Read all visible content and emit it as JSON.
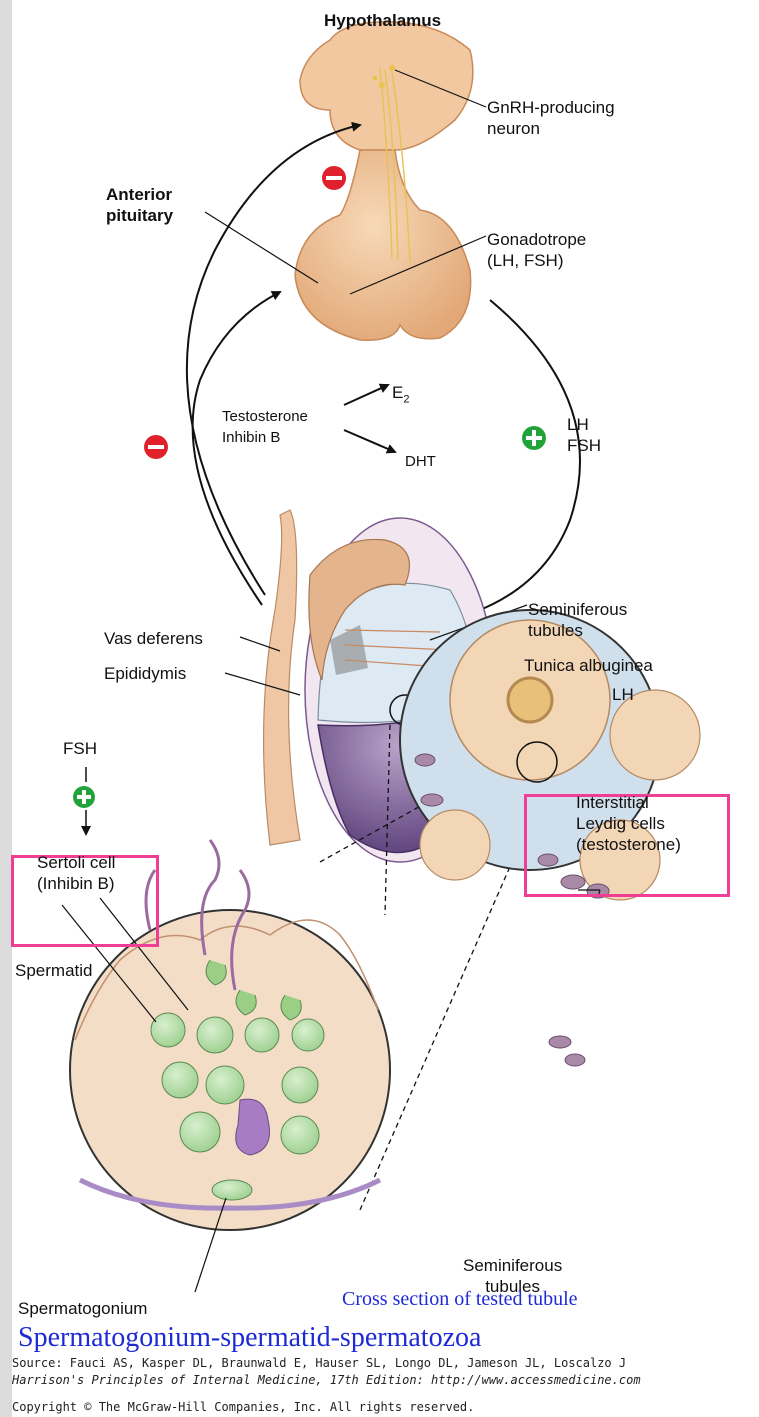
{
  "labels": {
    "hypothalamus": "Hypothalamus",
    "gnrh_neuron": "GnRH-producing\nneuron",
    "anterior_pituitary": "Anterior\npituitary",
    "gonadotrope": "Gonadotrope\n(LH, FSH)",
    "testosterone_inhibin": "Testosterone\nInhibin B",
    "e2_base": "E",
    "e2_sub": "2",
    "dht": "DHT",
    "lh_fsh_right": "LH\nFSH",
    "seminiferous_tubules_top": "Seminiferous\ntubules",
    "vas_deferens": "Vas deferens",
    "epididymis": "Epididymis",
    "tunica_albuginea": "Tunica albuginea",
    "lh_leydig": "LH",
    "interstitial_leydig": "Interstitial\nLeydig cells\n(testosterone)",
    "fsh_sertoli": "FSH",
    "sertoli_cell": "Sertoli cell\n(Inhibin B)",
    "spermatid": "Spermatid",
    "seminiferous_tubules_bottom": "Seminiferous\ntubules",
    "spermatogonium": "Spermatogonium"
  },
  "captions": {
    "cross_section": "Cross section of tested tubule",
    "main": "Spermatogonium-spermatid-spermatozoa"
  },
  "source": {
    "line1": "Source: Fauci AS, Kasper DL, Braunwald E, Hauser SL, Longo DL, Jameson JL, Loscalzo J",
    "line2": "Harrison's Principles of Internal Medicine, 17th Edition: http://www.accessmedicine.com",
    "line3": "Copyright © The McGraw-Hill Companies, Inc. All rights reserved."
  },
  "colors": {
    "highlight_box": "#ee3e96",
    "caption_text": "#1e2ad6",
    "inhibit_sign": "#e0202a",
    "stimulate_sign": "#22a33a"
  }
}
